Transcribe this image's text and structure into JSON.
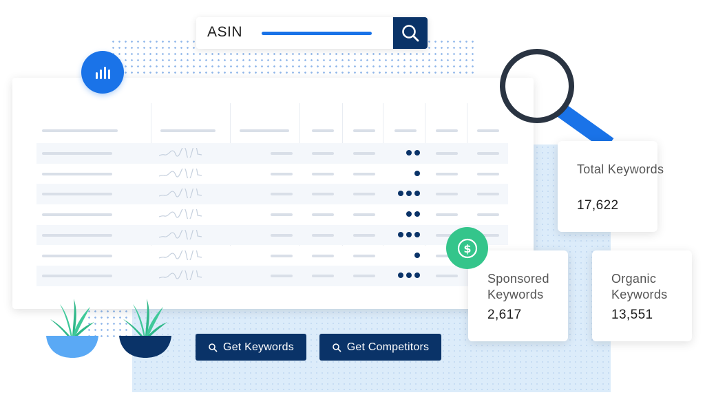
{
  "search": {
    "label": "ASIN"
  },
  "table": {
    "rows": [
      {
        "dots": 2
      },
      {
        "dots": 1
      },
      {
        "dots": 3
      },
      {
        "dots": 2
      },
      {
        "dots": 3
      },
      {
        "dots": 1
      },
      {
        "dots": 3
      }
    ]
  },
  "stats": {
    "total": {
      "label": "Total Keywords",
      "value": "17,622"
    },
    "sponsored": {
      "label": "Sponsored Keywords",
      "value": "2,617"
    },
    "organic": {
      "label": "Organic Keywords",
      "value": "13,551"
    }
  },
  "actions": {
    "get_keywords": "Get Keywords",
    "get_competitors": "Get Competitors"
  },
  "colors": {
    "navy": "#0a3368",
    "blue": "#1a73e8",
    "green": "#34c58b",
    "light_panel": "#dcecfa"
  },
  "icons": {
    "search": "search-icon",
    "chart": "bar-chart-icon",
    "dollar": "dollar-icon",
    "magnifier": "magnifying-glass-icon"
  }
}
